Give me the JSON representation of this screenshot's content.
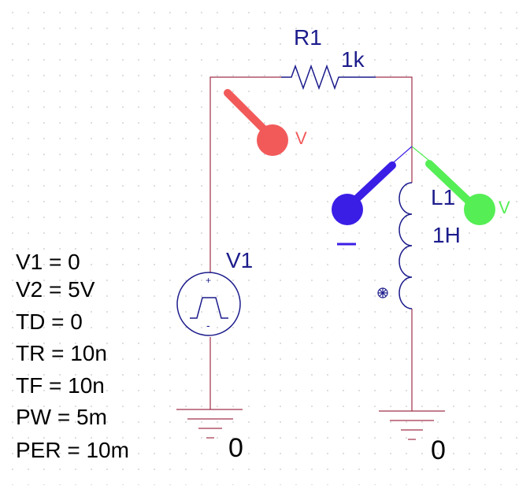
{
  "components": {
    "r1": {
      "name": "R1",
      "value": "1k"
    },
    "l1": {
      "name": "L1",
      "value": "1H"
    },
    "v1": {
      "name": "V1",
      "params": [
        "V1 = 0",
        "V2 = 5V",
        "TD = 0",
        "TR = 10n",
        "TF = 10n",
        "PW = 5m",
        "PER = 10m"
      ]
    }
  },
  "grounds": [
    {
      "label": "0"
    },
    {
      "label": "0"
    }
  ],
  "probes": [
    {
      "kind": "voltage",
      "label": "V",
      "color": "#f25a5a"
    },
    {
      "kind": "voltage",
      "label": "V",
      "color": "#55ee55"
    },
    {
      "kind": "voltage-differential",
      "label": "",
      "color": "#3a1ee6"
    }
  ],
  "colors": {
    "wire": "#a0304a",
    "part": "#1c1c8c",
    "background": "#ffffff"
  }
}
